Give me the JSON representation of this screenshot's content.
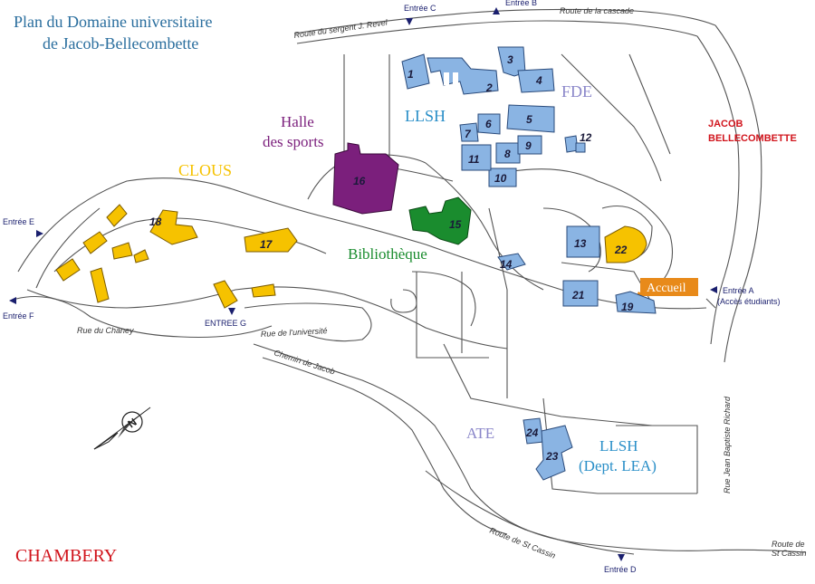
{
  "title": {
    "line1": "Plan du Domaine universitaire",
    "line2": "de Jacob-Bellecombette"
  },
  "city": "CHAMBERY",
  "area_name": {
    "line1": "JACOB",
    "line2": "BELLECOMBETTE"
  },
  "zones": {
    "fde": "FDE",
    "llsh": "LLSH",
    "halle_line1": "Halle",
    "halle_line2": "des sports",
    "clous": "CLOUS",
    "bibliotheque": "Bibliothèque",
    "ate": "ATE",
    "llsh_lea_line1": "LLSH",
    "llsh_lea_line2": "(Dept. LEA)",
    "accueil": "Accueil"
  },
  "entrances": {
    "a_line1": "Entrée A",
    "a_line2": "(Accès étudiants)",
    "b": "Entrée B",
    "c": "Entrée C",
    "d": "Entrée D",
    "e": "Entrée E",
    "f": "Entrée F",
    "g": "ENTREE G"
  },
  "roads": {
    "sergent": "Route du sergent J. Revel",
    "cascade": "Route de la cascade",
    "chaney": "Rue du Chaney",
    "universite": "Rue de l'université",
    "chemin_jacob": "Chemin de Jacob",
    "st_cassin": "Route de  St Cassin",
    "st_cassin_right_line1": "Route de",
    "st_cassin_right_line2": "St Cassin",
    "richard": "Rue Jean Baptiste Richard"
  },
  "compass_letter": "N",
  "buildings": {
    "b1": "1",
    "b2": "2",
    "b3": "3",
    "b4": "4",
    "b5": "5",
    "b6": "6",
    "b7": "7",
    "b8": "8",
    "b9": "9",
    "b10": "10",
    "b11": "11",
    "b12": "12",
    "b13": "13",
    "b14": "14",
    "b15": "15",
    "b16": "16",
    "b17": "17",
    "b18": "18",
    "b19": "19",
    "b21": "21",
    "b22": "22",
    "b23": "23",
    "b24": "24"
  },
  "colors": {
    "llsh_blue": "#8ab4e3",
    "clous_yellow": "#f6c200",
    "sports_purple": "#7b1f7c",
    "library_green": "#1a8c2e",
    "accueil_orange": "#e88a1a",
    "title_blue": "#2a6e9e",
    "fde_lavender": "#8a86c9",
    "red_label": "#d1141c",
    "entrance_navy": "#1a1f6e"
  }
}
